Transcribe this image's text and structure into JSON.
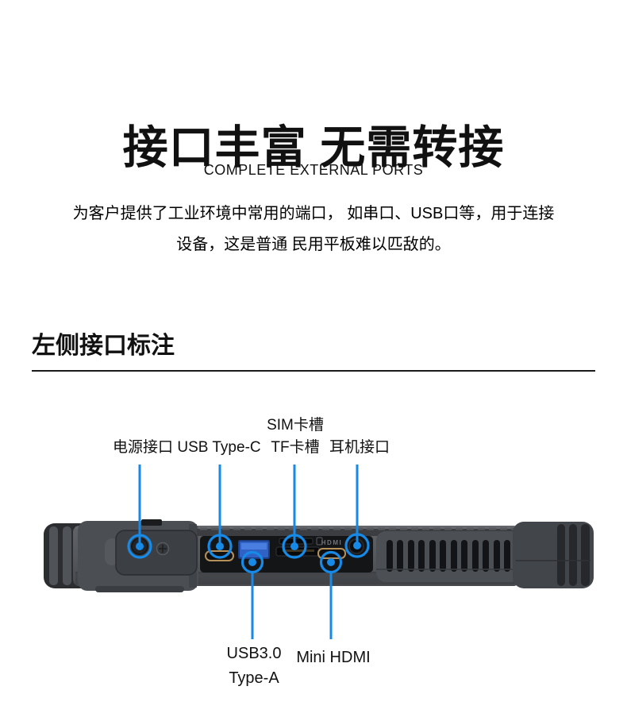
{
  "header": {
    "title": "接口丰富 无需转接",
    "subtitle": "COMPLETE EXTERNAL PORTS",
    "description_line1": "为客户提供了工业环境中常用的端口， 如串口、USB口等，用于连接",
    "description_line2": "设备，这是普通 民用平板难以匹敌的。"
  },
  "section": {
    "title": "左侧接口标注"
  },
  "figure": {
    "accent_color": "#1789e6",
    "device": "rugged-tablet-left-edge",
    "device_print_hdmi": "HDMI",
    "callouts_top": [
      {
        "label": "电源接口"
      },
      {
        "label": "USB Type-C"
      },
      {
        "label_line1": "SIM卡槽",
        "label_line2": "TF卡槽"
      },
      {
        "label": "耳机接口"
      }
    ],
    "callouts_bottom": [
      {
        "label_line1": "USB3.0",
        "label_line2": "Type-A"
      },
      {
        "label": "Mini HDMI"
      }
    ],
    "colors": {
      "usb_a_port_blue": "#2f62c4",
      "connector_gold": "#b5905a",
      "device_body_gray": "#55585d"
    }
  }
}
